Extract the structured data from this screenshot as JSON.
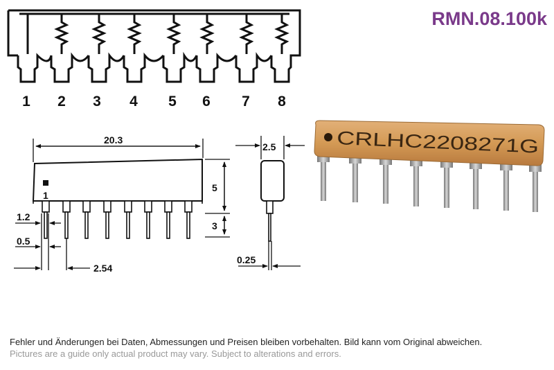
{
  "header": {
    "product_code": "RMN.08.100k"
  },
  "schematic": {
    "pins": [
      "1",
      "2",
      "3",
      "4",
      "5",
      "6",
      "7",
      "8"
    ]
  },
  "front_view": {
    "total_length": "20.3",
    "pitch": "2.54",
    "pin_width_shoulder": "1.2",
    "pin_width_lead": "0.5",
    "body_height": "5",
    "lead_length": "3",
    "pin1_label": "1"
  },
  "side_view": {
    "thickness": "2.5",
    "lead_thickness": "0.25"
  },
  "photo": {
    "marking": "CRLHC2208271G",
    "body_color": "#d49a55",
    "lead_color": "#a9a9a9"
  },
  "footer": {
    "disclaimer_de": "Fehler und Änderungen bei Daten, Abmessungen und Preisen bleiben vorbehalten. Bild kann vom Original abweichen.",
    "disclaimer_en": "Pictures are a guide only actual product may vary. Subject to alterations and errors."
  }
}
